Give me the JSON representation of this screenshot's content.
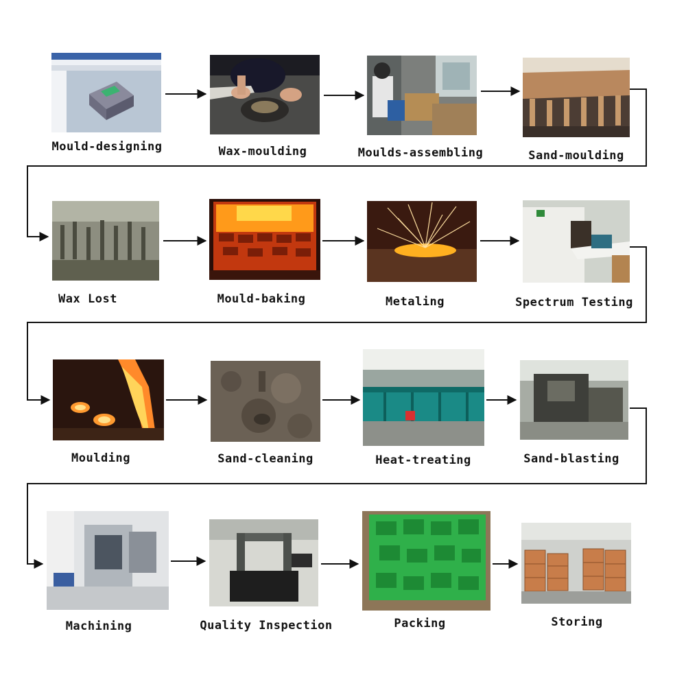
{
  "steps": [
    {
      "label": "Mould-designing",
      "scene": "cad"
    },
    {
      "label": "Wax-moulding",
      "scene": "wax"
    },
    {
      "label": "Moulds-assembling",
      "scene": "assembly"
    },
    {
      "label": "Sand-moulding",
      "scene": "sandrack"
    },
    {
      "label": "Wax Lost",
      "scene": "waxlost"
    },
    {
      "label": "Mould-baking",
      "scene": "furnace"
    },
    {
      "label": "Metaling",
      "scene": "sparks"
    },
    {
      "label": "Spectrum Testing",
      "scene": "spectrum"
    },
    {
      "label": "Moulding",
      "scene": "pour"
    },
    {
      "label": "Sand-cleaning",
      "scene": "sandclean"
    },
    {
      "label": "Heat-treating",
      "scene": "heat"
    },
    {
      "label": "Sand-blasting",
      "scene": "blast"
    },
    {
      "label": "Machining",
      "scene": "machining"
    },
    {
      "label": "Quality Inspection",
      "scene": "qc"
    },
    {
      "label": "Packing",
      "scene": "packing"
    },
    {
      "label": "Storing",
      "scene": "storing"
    }
  ]
}
